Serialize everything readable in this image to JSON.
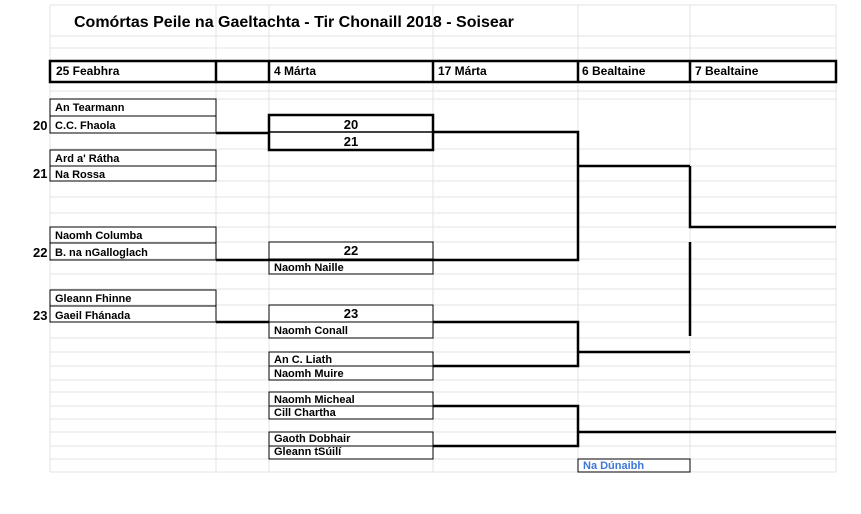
{
  "title": "Comórtas Peile na Gaeltachta - Tir Chonaill 2018 - Soisear",
  "headers": [
    "25 Feabhra",
    "4 Márta",
    "17 Márta",
    "6 Bealtaine",
    "7 Bealtaine"
  ],
  "round1": {
    "match_numbers": [
      "20",
      "21",
      "22",
      "23"
    ],
    "teams": [
      "An Tearmann",
      "C.C. Fhaola",
      "Ard a' Rátha",
      "Na Rossa",
      "Naomh Columba",
      "B. na nGalloglach",
      "Gleann Fhinne",
      "Gaeil Fhánada"
    ]
  },
  "round2": {
    "winner_slots": [
      "20",
      "21",
      "22",
      "23"
    ],
    "teams": [
      "Naomh Naille",
      "Naomh Conall",
      "An C. Liath",
      "Naomh Muire",
      "Naomh Micheal",
      "Cill Chartha",
      "Gaoth Dobhair",
      "Gleann tSúilí"
    ]
  },
  "other": {
    "highlight_team": "Na Dúnaibh"
  },
  "colors": {
    "highlight": "#3c78d8",
    "grid": "#d9d9d9",
    "line": "#000000"
  }
}
